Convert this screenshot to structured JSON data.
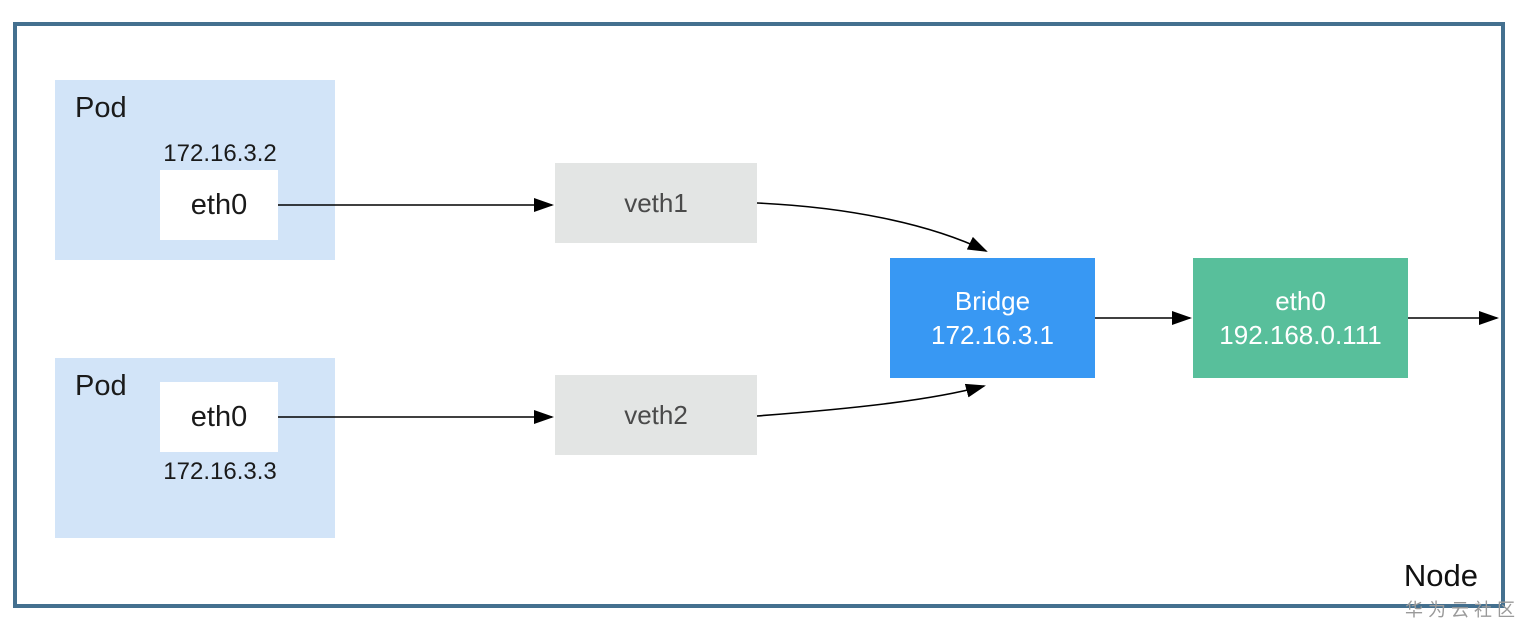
{
  "diagram": {
    "node_label": "Node",
    "watermark": "华为云社区",
    "pods": [
      {
        "label": "Pod",
        "ip": "172.16.3.2",
        "interface": "eth0"
      },
      {
        "label": "Pod",
        "ip": "172.16.3.3",
        "interface": "eth0"
      }
    ],
    "veths": [
      {
        "label": "veth1"
      },
      {
        "label": "veth2"
      }
    ],
    "bridge": {
      "label": "Bridge",
      "ip": "172.16.3.1"
    },
    "node_eth": {
      "label": "eth0",
      "ip": "192.168.0.111"
    },
    "connections": [
      {
        "from": "pod1-eth0",
        "to": "veth1"
      },
      {
        "from": "pod2-eth0",
        "to": "veth2"
      },
      {
        "from": "veth1",
        "to": "bridge"
      },
      {
        "from": "veth2",
        "to": "bridge"
      },
      {
        "from": "bridge",
        "to": "node-eth0"
      },
      {
        "from": "node-eth0",
        "to": "node-edge"
      }
    ],
    "colors": {
      "pod_bg": "#D2E4F8",
      "veth_bg": "#E3E5E4",
      "bridge_bg": "#3898F3",
      "node_eth_bg": "#58BF9B",
      "node_border": "#44708F",
      "watermark": "#9A9A9A"
    }
  }
}
